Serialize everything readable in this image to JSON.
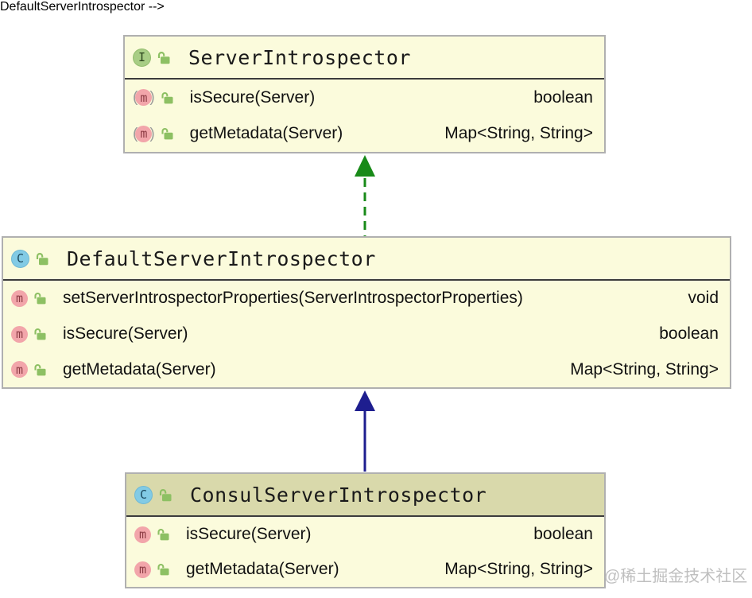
{
  "page": {
    "watermark": "@稀土掘金技术社区"
  },
  "colors": {
    "node_background": "#fbfbdc",
    "selected_header_background": "#d9d9ab",
    "node_border": "#b0b0b0",
    "header_separator": "#3c3c3c",
    "implements_edge_green": "#188a18",
    "extends_edge_navy": "#1e1e8f",
    "interface_icon_green": "#a8cd85",
    "class_icon_blue": "#82cbe5",
    "method_icon_pink": "#f2a5aa",
    "lock_icon_green": "#8dc063"
  },
  "icons": {
    "method_letter": "m",
    "paren_open": "(",
    "paren_close": ")"
  },
  "classes": [
    {
      "name": "ServerIntrospector",
      "kind": "interface",
      "kind_letter": "I",
      "methods": [
        {
          "label": "isSecure(Server)",
          "returns": "boolean"
        },
        {
          "label": "getMetadata(Server)",
          "returns": "Map<String, String>"
        }
      ]
    },
    {
      "name": "DefaultServerIntrospector",
      "kind": "class",
      "kind_letter": "C",
      "methods": [
        {
          "label": "setServerIntrospectorProperties(ServerIntrospectorProperties)",
          "returns": "void"
        },
        {
          "label": "isSecure(Server)",
          "returns": "boolean"
        },
        {
          "label": "getMetadata(Server)",
          "returns": "Map<String, String>"
        }
      ]
    },
    {
      "name": "ConsulServerIntrospector",
      "kind": "class",
      "kind_letter": "C",
      "methods": [
        {
          "label": "isSecure(Server)",
          "returns": "boolean"
        },
        {
          "label": "getMetadata(Server)",
          "returns": "Map<String, String>"
        }
      ]
    }
  ],
  "relations": [
    {
      "from": "DefaultServerIntrospector",
      "to": "ServerIntrospector",
      "type": "implements",
      "line": "dashed-green"
    },
    {
      "from": "ConsulServerIntrospector",
      "to": "DefaultServerIntrospector",
      "type": "extends",
      "line": "solid-navy"
    }
  ]
}
